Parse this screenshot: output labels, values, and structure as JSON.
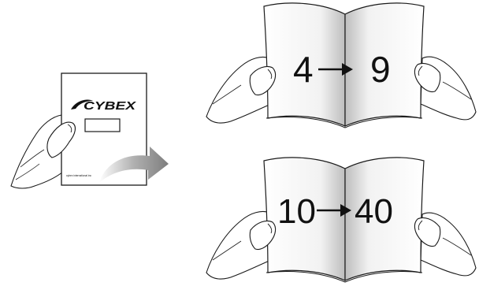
{
  "manual": {
    "brand": "CYBEX",
    "fineprint": "cybex international inc"
  },
  "spreads": [
    {
      "from": "4",
      "to": "9"
    },
    {
      "from": "10",
      "to": "40"
    }
  ],
  "colors": {
    "line": "#1a1a1a",
    "page_shade": "#d0d0d0",
    "arrow_gray": "#9a9a9a"
  }
}
